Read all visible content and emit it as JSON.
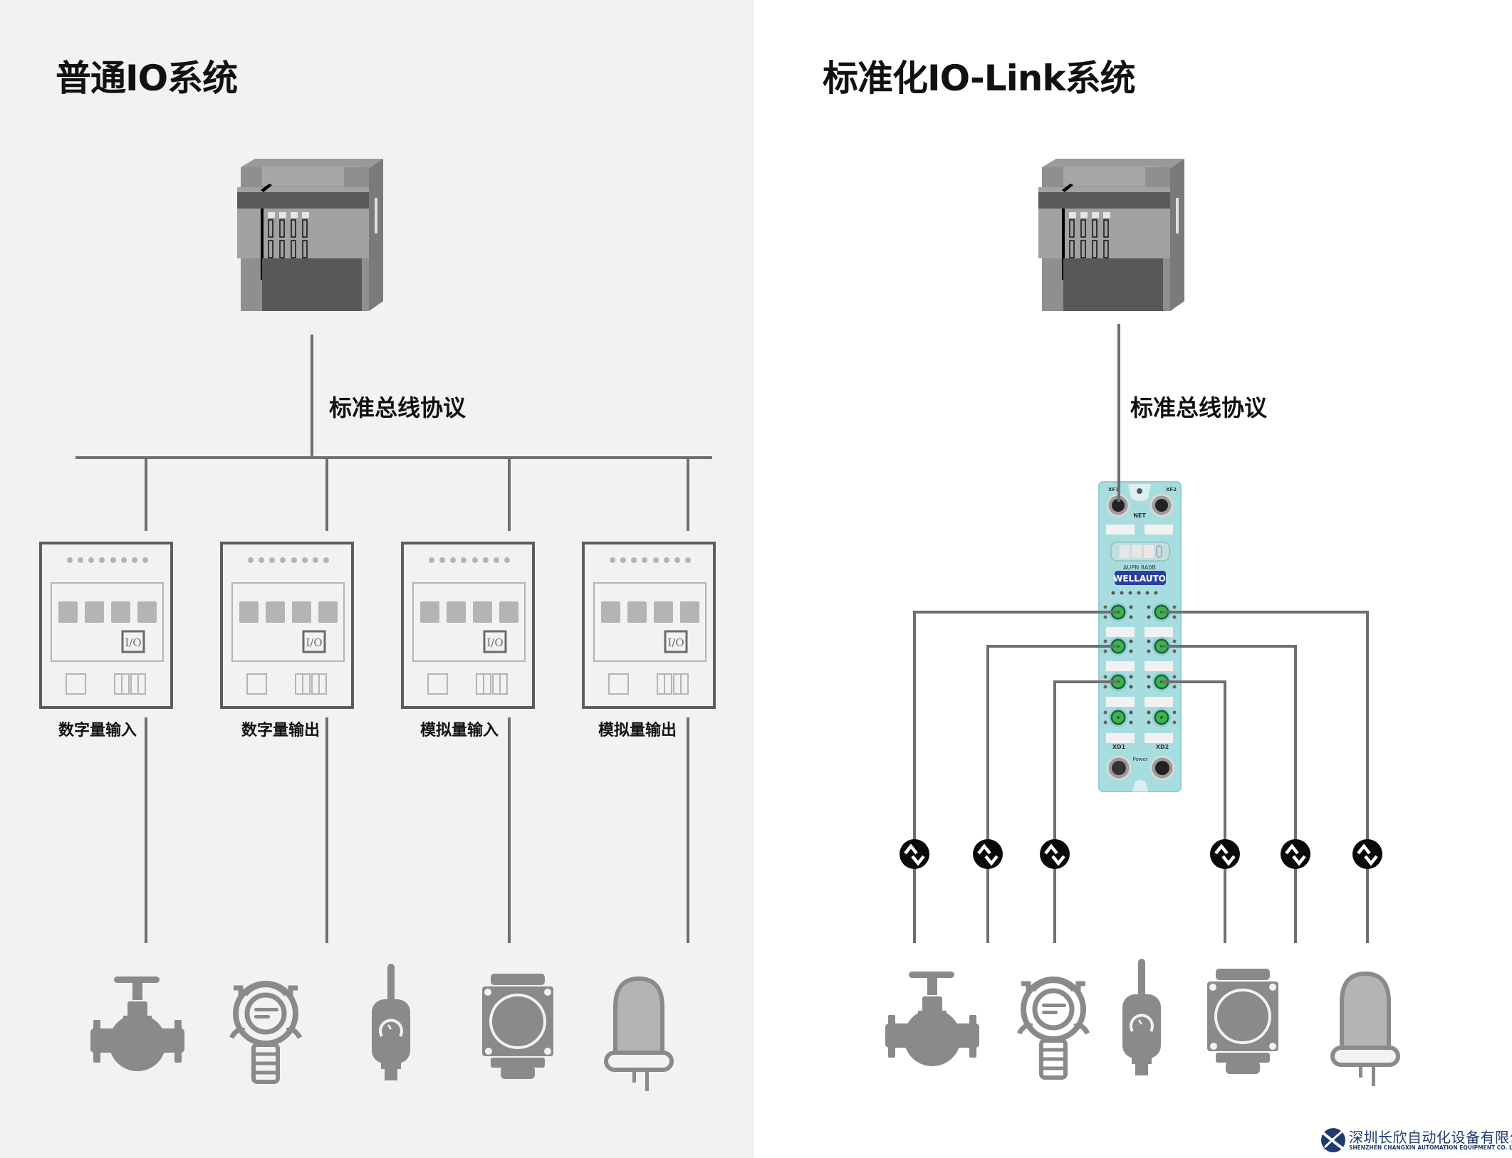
{
  "left_panel": {
    "title": "普通IO系统",
    "bus_label": "标准总线协议",
    "controller": "plc-controller",
    "modules": [
      {
        "label": "数字量输入",
        "badge": "I/O"
      },
      {
        "label": "数字量输出",
        "badge": "I/O"
      },
      {
        "label": "模拟量输入",
        "badge": "I/O"
      },
      {
        "label": "模拟量输出",
        "badge": "I/O"
      }
    ],
    "field_devices": [
      "valve-icon",
      "gas-detector-icon",
      "pressure-transmitter-icon",
      "proximity-sensor-icon",
      "indicator-lamp-icon"
    ]
  },
  "right_panel": {
    "title": "标准化IO-Link系统",
    "bus_label": "标准总线协议",
    "controller": "plc-controller",
    "io_link_master": {
      "brand": "WELLAUTO",
      "model": "AUPN 8A0B",
      "net_label": "NET",
      "port_labels": {
        "xf1": "XF1",
        "xf2": "XF2",
        "xd1": "XD1",
        "xd2": "XD2",
        "power": "Power"
      }
    },
    "link_icon": "bidirectional-communication-icon",
    "link_count": 6,
    "field_devices": [
      "valve-icon",
      "gas-detector-icon",
      "pressure-transmitter-icon",
      "proximity-sensor-icon",
      "indicator-lamp-icon"
    ]
  },
  "footer": {
    "company_cn": "深圳长欣自动化设备有限公司",
    "company_en": "SHENZHEN CHANGXIN AUTOMATION EQUIPMENT CO. LTD"
  },
  "colors": {
    "left_bg": "#f2f2f0",
    "line": "#6f6f6f",
    "device_gray": "#8a8a8a",
    "module_teal": "#a8dde0",
    "brand_blue": "#2b3f9e",
    "port_green": "#3cb44a"
  }
}
